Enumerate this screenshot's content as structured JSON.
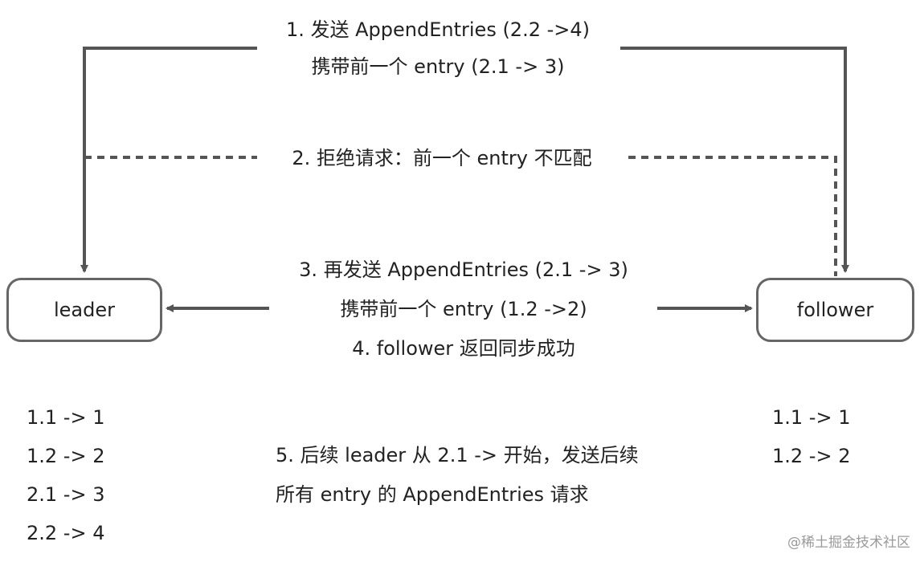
{
  "nodes": {
    "leader": "leader",
    "follower": "follower"
  },
  "messages": {
    "step1_line1": "1. 发送 AppendEntries (2.2 ->4)",
    "step1_line2": "携带前一个 entry (2.1 -> 3)",
    "step2": "2. 拒绝请求：前一个 entry 不匹配",
    "step3_line1": "3. 再发送 AppendEntries (2.1 -> 3)",
    "step3_line2": "携带前一个 entry (1.2 ->2)",
    "step4": "4. follower 返回同步成功",
    "step5_line1": "5. 后续 leader 从 2.1 -> 开始，发送后续",
    "step5_line2": "所有 entry 的 AppendEntries 请求"
  },
  "leader_log": [
    "1.1 -> 1",
    "1.2 -> 2",
    "2.1 -> 3",
    "2.2 -> 4"
  ],
  "follower_log": [
    "1.1 -> 1",
    "1.2 -> 2"
  ],
  "watermark": "@稀土掘金技术社区",
  "colors": {
    "line": "#555555",
    "border": "#666666",
    "text": "#222222",
    "watermark": "#9a9a9a"
  }
}
